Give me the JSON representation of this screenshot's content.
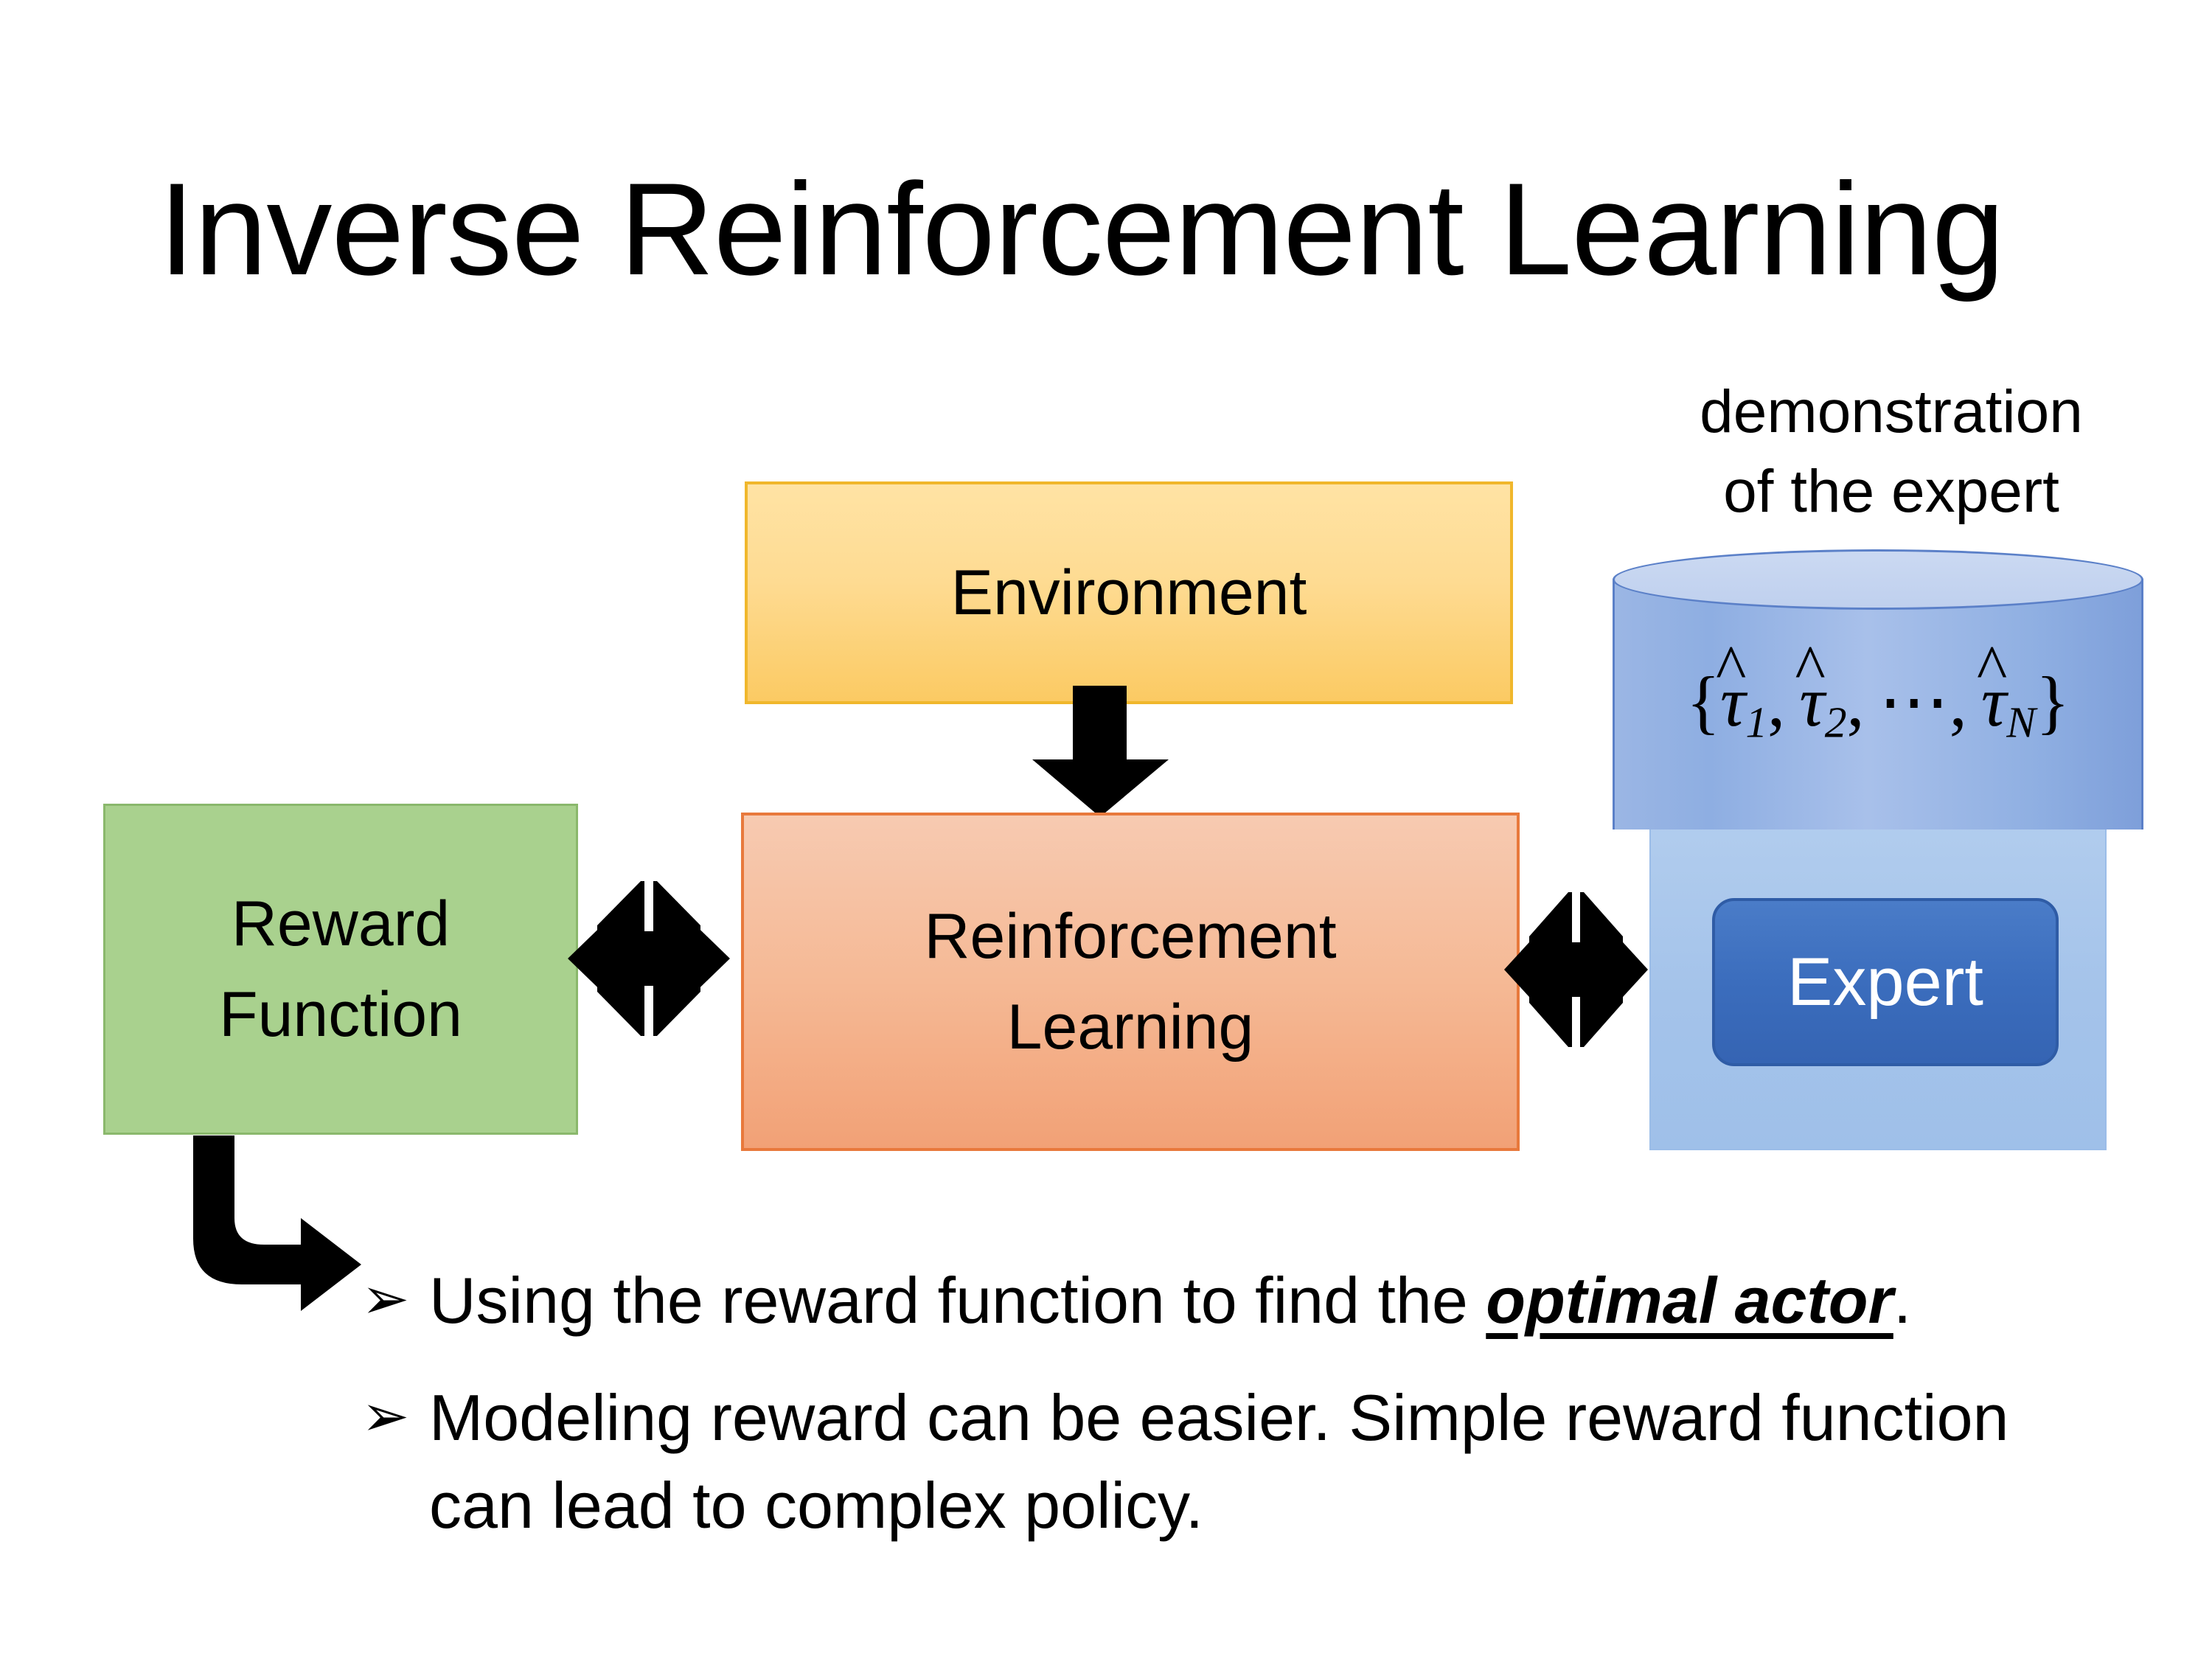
{
  "slide": {
    "title": "Inverse Reinforcement Learning",
    "background_color": "#FFFFFF"
  },
  "diagram": {
    "environment_box": {
      "label": "Environment",
      "fill_top": "#FFE3A4",
      "fill_bottom": "#FBCA63",
      "border_color": "#F0B72C"
    },
    "reinforcement_learning_box": {
      "label_line1": "Reinforcement",
      "label_line2": "Learning",
      "fill_top": "#F7CAB1",
      "fill_bottom": "#F2A176",
      "border_color": "#E8793C"
    },
    "reward_function_box": {
      "label_line1": "Reward",
      "label_line2": "Function",
      "fill": "#A9D18E",
      "border_color": "#8AB86C"
    },
    "demonstration": {
      "caption_line1": "demonstration",
      "caption_line2": "of the expert",
      "trajectory_set": {
        "open_brace": "{",
        "items": [
          "τ",
          "τ",
          "τ"
        ],
        "subscripts": [
          "1",
          "2",
          "N"
        ],
        "ellipsis": "⋯",
        "comma": ",",
        "close_brace": "}",
        "plain_text": "{τ̂1, τ̂2, ⋯, τ̂N}"
      },
      "cylinder_fill": "#9BB6E4",
      "cylinder_top_fill": "#CBD9F2",
      "cylinder_border": "#5B80C8"
    },
    "expert_panel": {
      "fill": "#A8C3EA",
      "border_color": "#9BBDE8"
    },
    "expert_box": {
      "label": "Expert",
      "fill": "#3B6DBD",
      "border_color": "#2F5CA6",
      "text_color": "#FFFFFF"
    },
    "arrows": {
      "environment_to_rl": "down-arrow",
      "reward_to_rl": "quad-arrow",
      "rl_to_expert": "quad-arrow",
      "reward_to_bullets": "elbow-arrow",
      "color": "#000000"
    }
  },
  "bullets": [
    {
      "marker": "➢",
      "text_before": "Using the reward function to find the ",
      "emphasis": "optimal actor",
      "text_after": "."
    },
    {
      "marker": "➢",
      "text_before": "Modeling reward can be easier. Simple reward function can lead to complex policy.",
      "emphasis": "",
      "text_after": ""
    }
  ]
}
